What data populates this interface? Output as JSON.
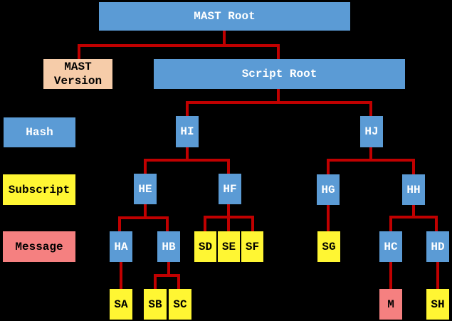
{
  "diagram": {
    "background_color": "#000000",
    "connector_color": "#C00000",
    "node_colors": {
      "hash": "#5B9BD5",
      "subscript": "#FFF633",
      "message": "#F58080",
      "version": "#F6CCA9"
    },
    "legend": [
      {
        "label": "Hash",
        "type": "hash"
      },
      {
        "label": "Subscript",
        "type": "subscript"
      },
      {
        "label": "Message",
        "type": "message"
      }
    ],
    "nodes": {
      "mast_root": {
        "label": "MAST Root",
        "type": "hash"
      },
      "mast_version": {
        "label": "MAST\nVersion",
        "type": "version"
      },
      "script_root": {
        "label": "Script Root",
        "type": "hash"
      },
      "hi": {
        "label": "HI",
        "type": "hash"
      },
      "hj": {
        "label": "HJ",
        "type": "hash"
      },
      "he": {
        "label": "HE",
        "type": "hash"
      },
      "hf": {
        "label": "HF",
        "type": "hash"
      },
      "hg": {
        "label": "HG",
        "type": "hash"
      },
      "hh": {
        "label": "HH",
        "type": "hash"
      },
      "ha": {
        "label": "HA",
        "type": "hash"
      },
      "hb": {
        "label": "HB",
        "type": "hash"
      },
      "sd": {
        "label": "SD",
        "type": "subscript"
      },
      "se": {
        "label": "SE",
        "type": "subscript"
      },
      "sf": {
        "label": "SF",
        "type": "subscript"
      },
      "sg": {
        "label": "SG",
        "type": "subscript"
      },
      "hc": {
        "label": "HC",
        "type": "hash"
      },
      "hd": {
        "label": "HD",
        "type": "hash"
      },
      "sa": {
        "label": "SA",
        "type": "subscript"
      },
      "sb": {
        "label": "SB",
        "type": "subscript"
      },
      "sc": {
        "label": "SC",
        "type": "subscript"
      },
      "m": {
        "label": "M",
        "type": "message"
      },
      "sh": {
        "label": "SH",
        "type": "subscript"
      }
    },
    "edges": [
      [
        "MAST Root",
        "MAST Version"
      ],
      [
        "MAST Root",
        "Script Root"
      ],
      [
        "Script Root",
        "HI"
      ],
      [
        "Script Root",
        "HJ"
      ],
      [
        "HI",
        "HE"
      ],
      [
        "HI",
        "HF"
      ],
      [
        "HJ",
        "HG"
      ],
      [
        "HJ",
        "HH"
      ],
      [
        "HE",
        "HA"
      ],
      [
        "HE",
        "HB"
      ],
      [
        "HF",
        "SD"
      ],
      [
        "HF",
        "SE"
      ],
      [
        "HF",
        "SF"
      ],
      [
        "HG",
        "SG"
      ],
      [
        "HH",
        "HC"
      ],
      [
        "HH",
        "HD"
      ],
      [
        "HA",
        "SA"
      ],
      [
        "HB",
        "SB"
      ],
      [
        "HB",
        "SC"
      ],
      [
        "HC",
        "M"
      ],
      [
        "HD",
        "SH"
      ]
    ]
  }
}
